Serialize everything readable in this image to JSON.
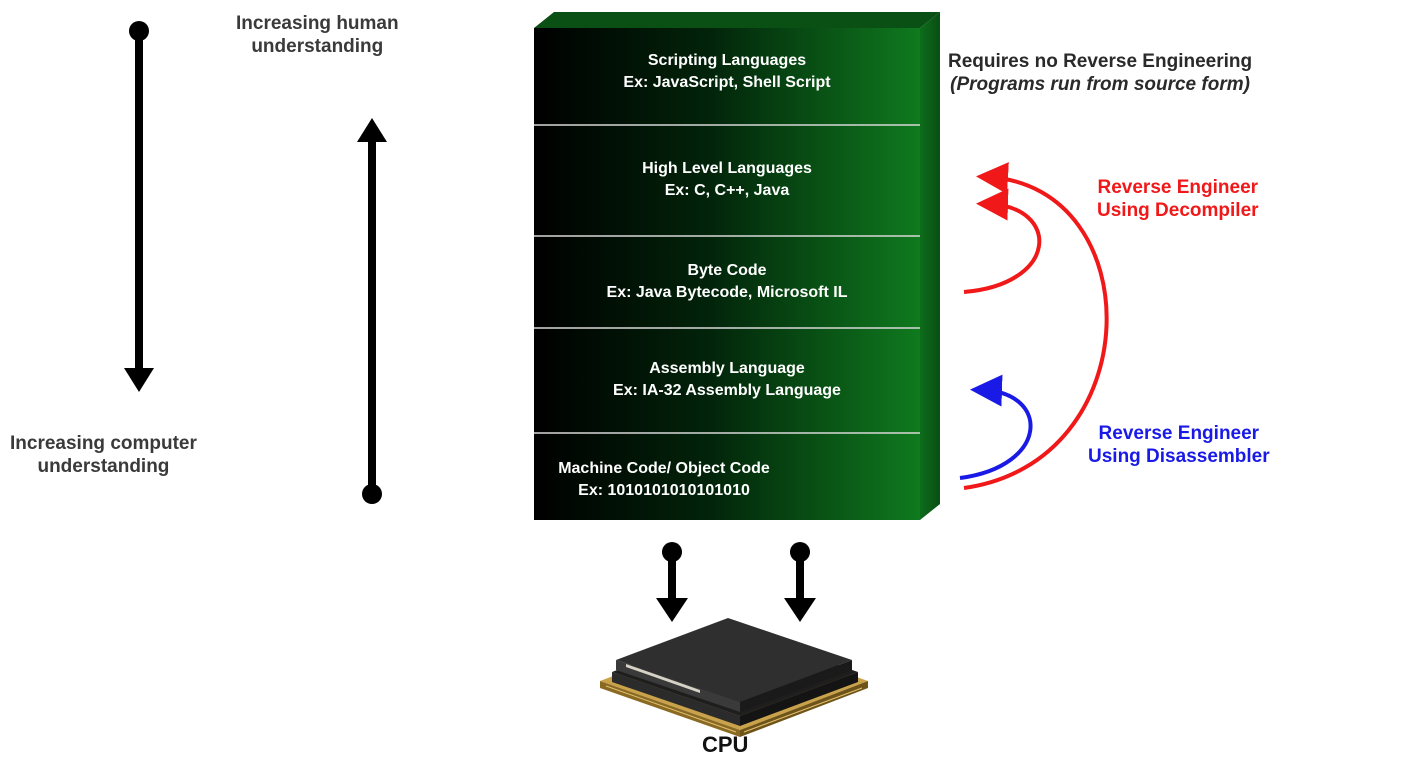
{
  "left_labels": {
    "human_understanding": [
      "Increasing human",
      "understanding"
    ],
    "computer_understanding": [
      "Increasing computer",
      "understanding"
    ]
  },
  "layers": [
    {
      "title": "Scripting Languages",
      "example": "Ex: JavaScript, Shell Script"
    },
    {
      "title": "High Level Languages",
      "example": "Ex: C, C++, Java"
    },
    {
      "title": "Byte Code",
      "example": "Ex: Java Bytecode, Microsoft IL"
    },
    {
      "title": "Assembly Language",
      "example": "Ex: IA-32 Assembly Language"
    },
    {
      "title": "Machine Code/ Object Code",
      "example": "Ex: 1010101010101010"
    }
  ],
  "right_labels": {
    "no_reverse": {
      "line1": "Requires no Reverse Engineering",
      "line2": "(Programs run from source form)"
    },
    "decompiler": {
      "line1": "Reverse Engineer",
      "line2": "Using Decompiler"
    },
    "disassembler": {
      "line1": "Reverse Engineer",
      "line2": "Using Disassembler"
    }
  },
  "cpu_label": "CPU",
  "colors": {
    "decompiler": "#f01818",
    "disassembler": "#1a1ae6",
    "stack_dark": "#000000",
    "stack_green": "#0f7a1e",
    "arrow": "#000000"
  },
  "icons": {
    "cpu": "cpu-chip-icon"
  }
}
